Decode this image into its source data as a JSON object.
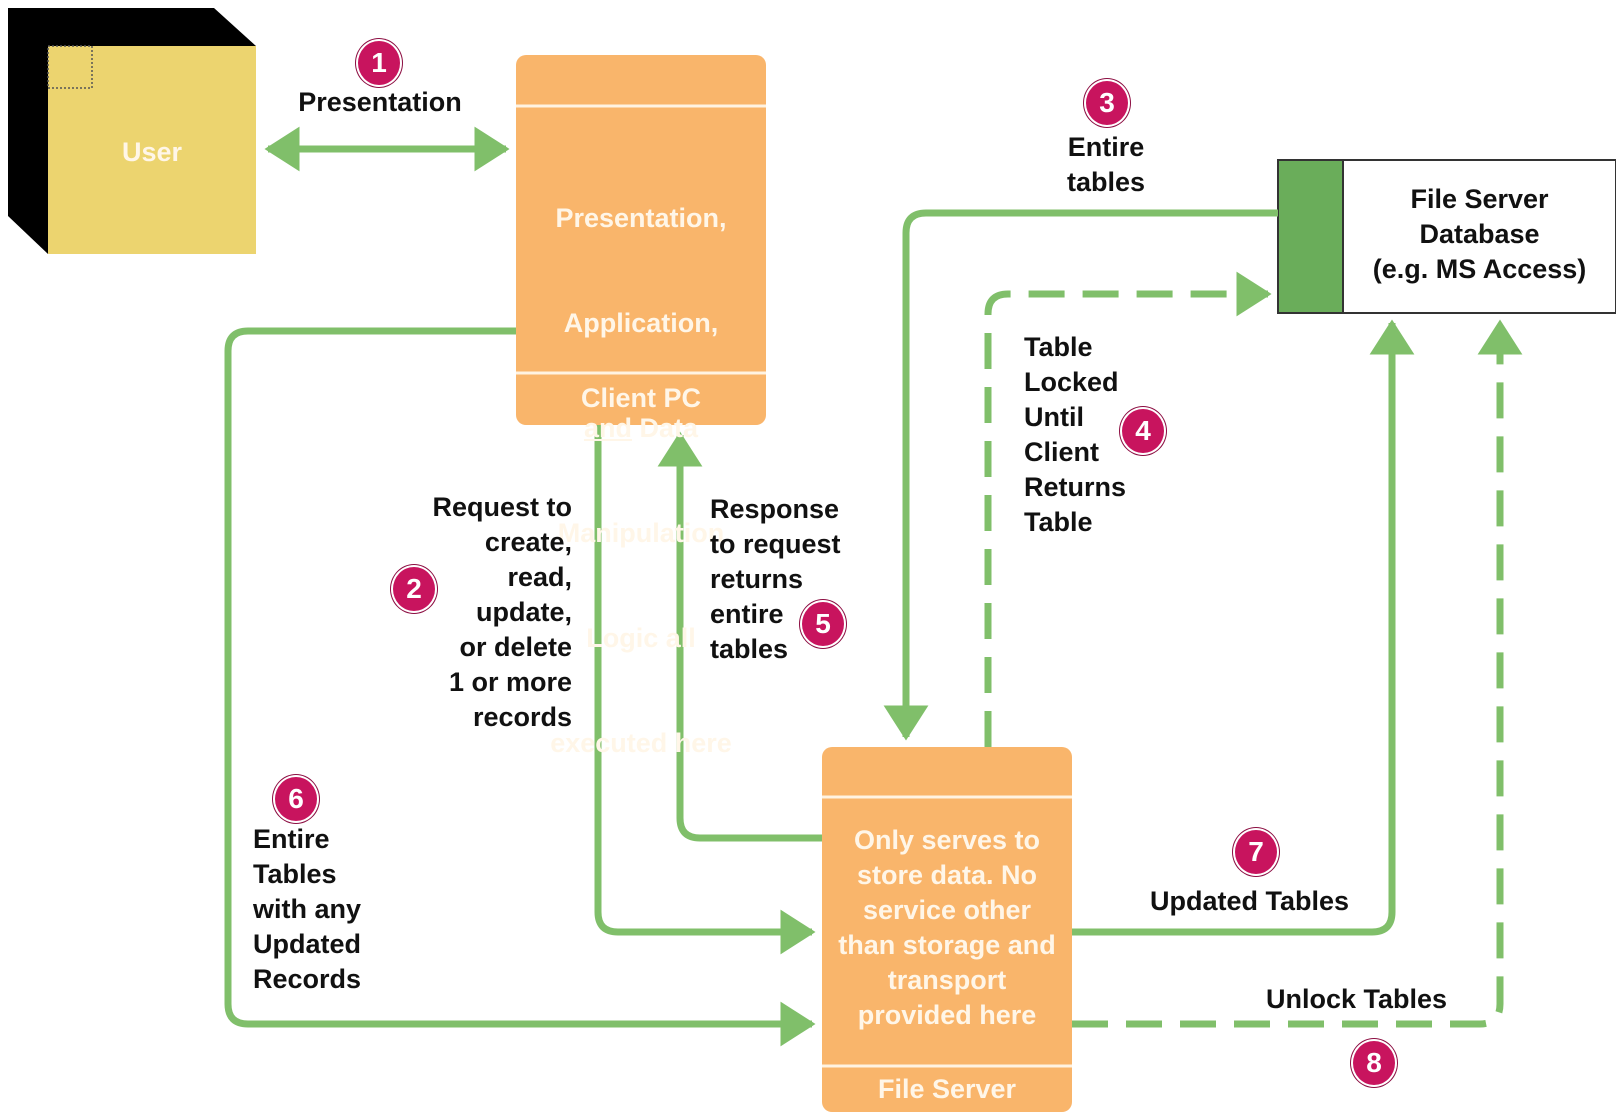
{
  "colors": {
    "box_orange": "#f9b56b",
    "user_yellow": "#ecd46f",
    "arrow_green": "#80bf6a",
    "badge_magenta": "#c8145e",
    "db_green": "#6aad5a"
  },
  "user": {
    "label": "User"
  },
  "client": {
    "text_lines": [
      "Presentation,",
      "Application,",
      "Data",
      "Manipulation",
      "Logic all",
      "executed here"
    ],
    "underlined_word": "and",
    "footer": "Client PC"
  },
  "file_server": {
    "text": "Only serves to\nstore data. No\nservice other\nthan storage and\ntransport\nprovided here",
    "footer": "File Server"
  },
  "database": {
    "label": "File Server\nDatabase\n(e.g. MS Access)"
  },
  "steps": [
    {
      "number": "1",
      "label": "Presentation"
    },
    {
      "number": "2",
      "label": "Request to\ncreate,\nread,\nupdate,\nor delete\n1 or more\nrecords"
    },
    {
      "number": "3",
      "label": "Entire\ntables"
    },
    {
      "number": "4",
      "label": "Table\nLocked\nUntil\nClient\nReturns\nTable"
    },
    {
      "number": "5",
      "label": "Response\nto request\nreturns\nentire\ntables"
    },
    {
      "number": "6",
      "label": "Entire\nTables\nwith any\nUpdated\nRecords"
    },
    {
      "number": "7",
      "label": "Updated Tables"
    },
    {
      "number": "8",
      "label": "Unlock Tables"
    }
  ]
}
